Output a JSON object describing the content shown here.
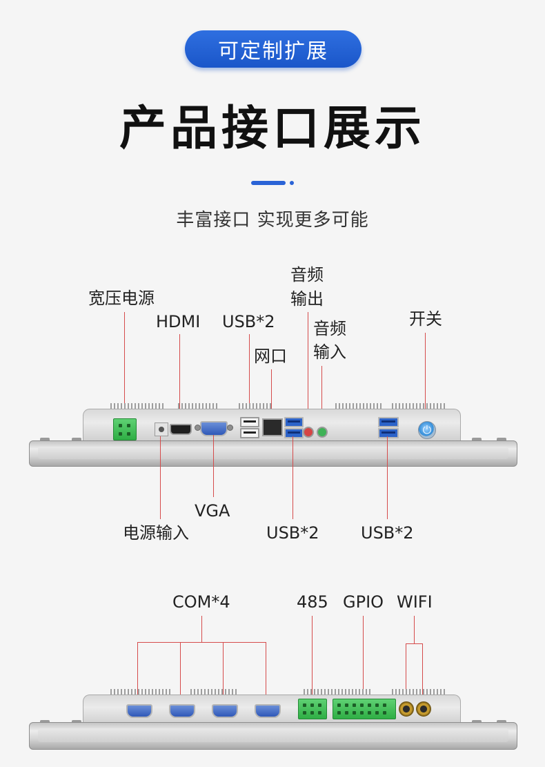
{
  "header": {
    "badge": "可定制扩展",
    "title": "产品接口展示",
    "subtitle": "丰富接口 实现更多可能"
  },
  "panel_top": {
    "labels": {
      "wide_power": "宽压电源",
      "hdmi": "HDMI",
      "usb_top": "USB*2",
      "lan": "网口",
      "audio_out_1": "音频",
      "audio_out_2": "输出",
      "audio_in_1": "音频",
      "audio_in_2": "输入",
      "power_switch": "开关",
      "vga": "VGA",
      "dc_in": "电源输入",
      "usb_bottom_1": "USB*2",
      "usb_bottom_2": "USB*2"
    },
    "power_icon": "power-icon"
  },
  "panel_bottom": {
    "labels": {
      "com": "COM*4",
      "rs485": "485",
      "gpio": "GPIO",
      "wifi": "WIFI"
    }
  },
  "colors": {
    "accent": "#2a63d6",
    "leader_line": "#d54a4a",
    "terminal_green": "#2fae45",
    "port_blue": "#2c63c9"
  }
}
